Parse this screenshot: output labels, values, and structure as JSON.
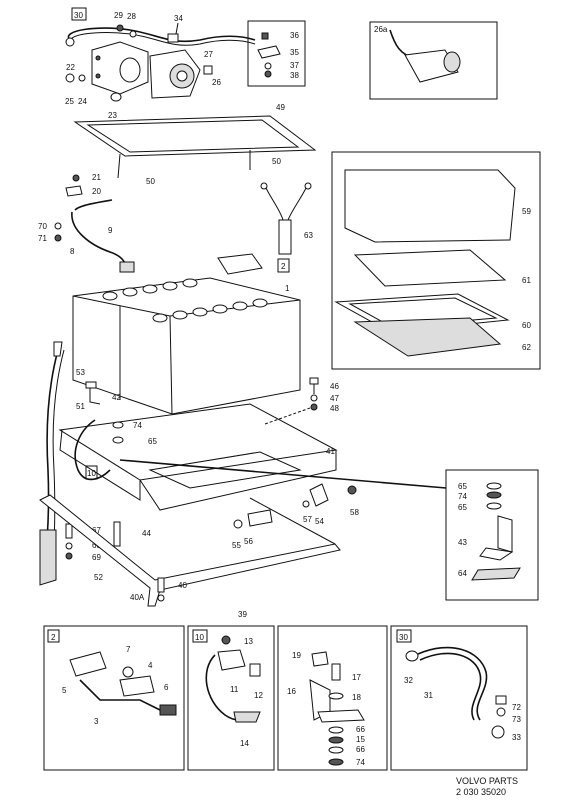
{
  "title_box": "30",
  "callouts": {
    "n29": "29",
    "n28": "28",
    "n34": "34",
    "n22": "22",
    "n27": "27",
    "n26": "26",
    "n25": "25",
    "n24": "24",
    "n23": "23",
    "n36": "36",
    "n35": "35",
    "n37": "37",
    "n38": "38",
    "n26a": "26a",
    "n49": "49",
    "n50a": "50",
    "n50b": "50",
    "n21": "21",
    "n20": "20",
    "n9": "9",
    "n70": "70",
    "n71": "71",
    "n8": "8",
    "n63": "63",
    "n2ref": "2",
    "n1": "1",
    "n59": "59",
    "n61": "61",
    "n60": "60",
    "n62": "62",
    "n53": "53",
    "n42": "42",
    "n51": "51",
    "n46": "46",
    "n47": "47",
    "n48": "48",
    "n74": "74",
    "n65": "65",
    "n10ref": "10",
    "n41": "41",
    "n58": "58",
    "n57": "57",
    "n54": "54",
    "n56": "56",
    "n55": "55",
    "n67": "67",
    "n44": "44",
    "n68": "68",
    "n69": "69",
    "n52": "52",
    "n40": "40",
    "n40a": "40A",
    "n39": "39",
    "d65a": "65",
    "d74": "74",
    "d65b": "65",
    "d43": "43",
    "d64": "64"
  },
  "detail_boxes": [
    {
      "id": "2",
      "labels": [
        "7",
        "4",
        "5",
        "6",
        "3"
      ]
    },
    {
      "id": "10",
      "labels": [
        "13",
        "11",
        "12",
        "14"
      ]
    },
    {
      "id": "",
      "labels": [
        "19",
        "17",
        "16",
        "18",
        "66",
        "15",
        "66",
        "74"
      ]
    },
    {
      "id": "30",
      "labels": [
        "32",
        "31",
        "72",
        "73",
        "33"
      ]
    }
  ],
  "footer": {
    "brand": "VOLVO PARTS",
    "code": "2 030 35020"
  }
}
